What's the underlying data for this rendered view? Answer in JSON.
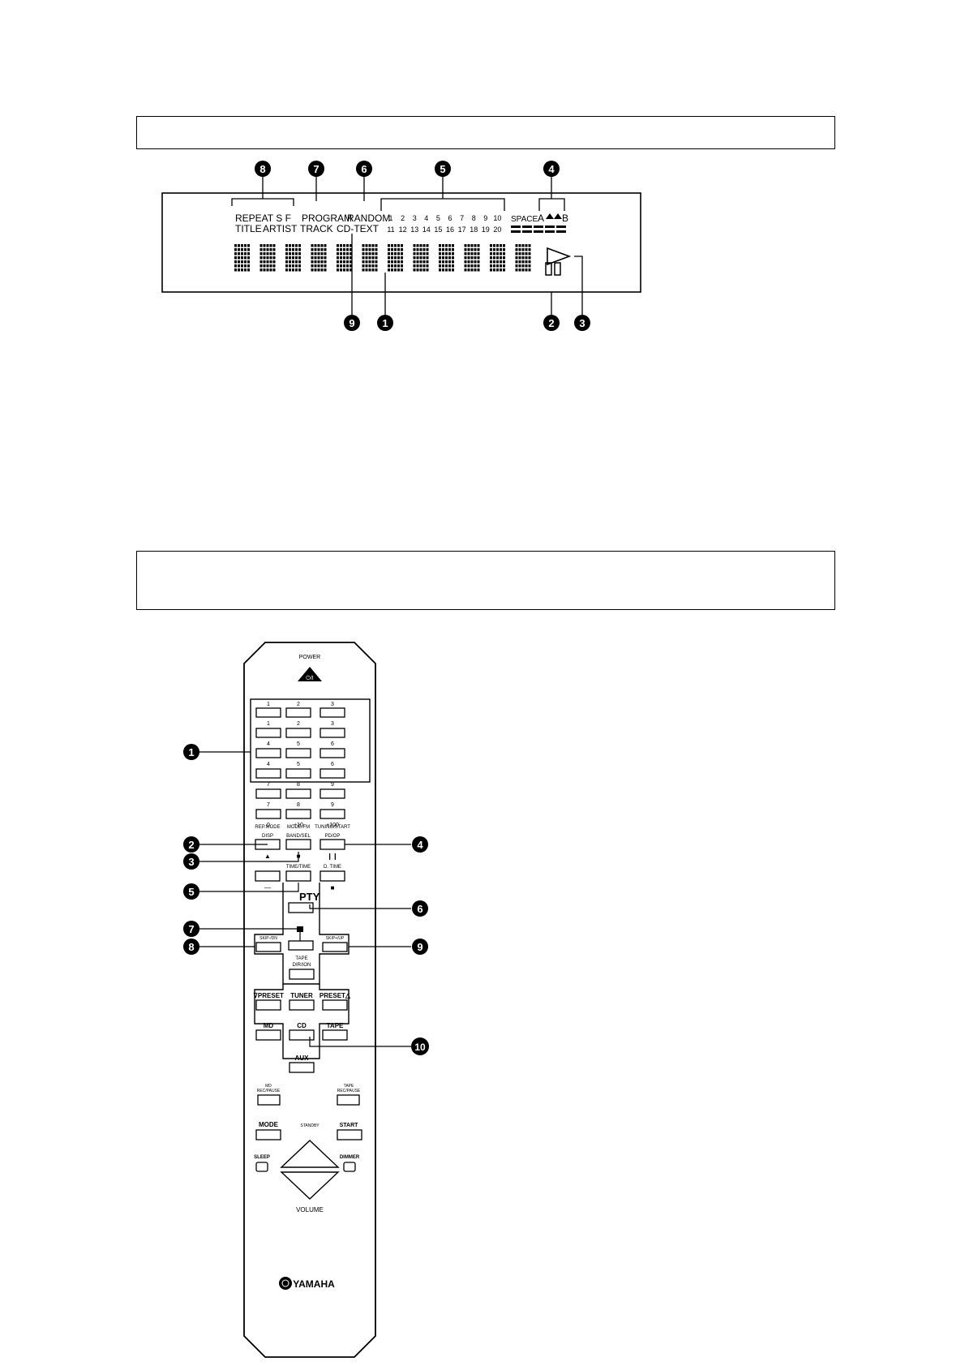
{
  "display": {
    "callouts": [
      "1",
      "2",
      "3",
      "4",
      "5",
      "6",
      "7",
      "8",
      "9"
    ],
    "row1": {
      "repeat": "REPEAT S F",
      "program": "PROGRAM",
      "random": "RANDOM",
      "space": "SPACE",
      "ab_a": "A",
      "ab_b": "B"
    },
    "row2": {
      "title": "TITLE",
      "artist": "ARTIST",
      "track": "TRACK",
      "cdtext": "CD-TEXT"
    },
    "tracks_top": [
      "1",
      "2",
      "3",
      "4",
      "5",
      "6",
      "7",
      "8",
      "9",
      "10"
    ],
    "tracks_bottom": [
      "11",
      "12",
      "13",
      "14",
      "15",
      "16",
      "17",
      "18",
      "19",
      "20"
    ]
  },
  "remote": {
    "callouts": [
      "1",
      "2",
      "3",
      "4",
      "5",
      "6",
      "7",
      "8",
      "9",
      "10"
    ],
    "power": "POWER",
    "power_symbol": "⏻/I",
    "numeric": {
      "top_labels": [
        "1",
        "2",
        "3"
      ],
      "row_labels": [
        [
          "1",
          "2",
          "3"
        ],
        [
          "4",
          "5",
          "6"
        ],
        [
          "4",
          "5",
          "6"
        ],
        [
          "7",
          "8",
          "9"
        ],
        [
          "7",
          "8",
          "9"
        ],
        [
          "0",
          "+10",
          "+100"
        ]
      ]
    },
    "labels": {
      "rep_mode": "REP.MODE",
      "mode_fm": "MODE/FM",
      "tuning_start": "TUNING/START",
      "disp": "DISP",
      "band_sel": "BAND/SEL",
      "pd_op": "PD/OP",
      "tape_time": "TIME/TIME",
      "d_time": "D. TIME",
      "pty": "PTY",
      "prev_skip": "SKIP-/DN",
      "next_skip": "SKIP+/UP",
      "tape_dir": "TAPE",
      "tape_dir2": "DIR/ION",
      "vpreset": "⊽PRESET",
      "tuner": "TUNER",
      "preset_up": "PRESET△",
      "md": "MD",
      "cd": "CD",
      "tape": "TAPE",
      "aux": "AUX",
      "md_rec": "MD",
      "md_rec2": "REC/PAUSE",
      "tape_rec": "TAPE",
      "tape_rec2": "REC/PAUSE",
      "mode": "MODE",
      "standby": "STANDBY",
      "start": "START",
      "sleep": "SLEEP",
      "dimmer": "DIMMER",
      "volume": "VOLUME",
      "brand": "YAMAHA"
    }
  }
}
